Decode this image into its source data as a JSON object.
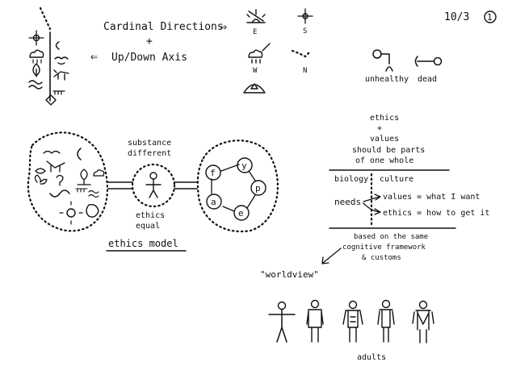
{
  "header": {
    "date": "10/3",
    "page_number": "1"
  },
  "directions": {
    "line1": "Cardinal Directions",
    "plus": "+",
    "line2": "Up/Down Axis",
    "arrow_right": "⇒",
    "arrow_left": "⇐",
    "labels": [
      "E",
      "S",
      "W",
      "N"
    ]
  },
  "health": {
    "unhealthy": "unhealthy",
    "dead": "dead"
  },
  "ethics_model": {
    "substance_label": [
      "substance",
      "different"
    ],
    "ethics_label": [
      "ethics",
      "equal"
    ],
    "title": "ethics model",
    "circle_letters": [
      "f",
      "y",
      "p",
      "e",
      "a"
    ]
  },
  "values_block": {
    "lines": [
      "ethics",
      "+",
      "values",
      "should be parts",
      "of one whole"
    ],
    "biology": "biology",
    "culture": "culture",
    "needs": "needs",
    "values_def": "values = what I want",
    "ethics_def": "ethics = how to get it",
    "based": [
      "based on the same",
      "cognitive framework",
      "& customs"
    ],
    "worldview": "\"worldview\""
  },
  "figures": {
    "label": "adults"
  },
  "colors": {
    "ink": "#111111",
    "paper": "#ffffff"
  }
}
